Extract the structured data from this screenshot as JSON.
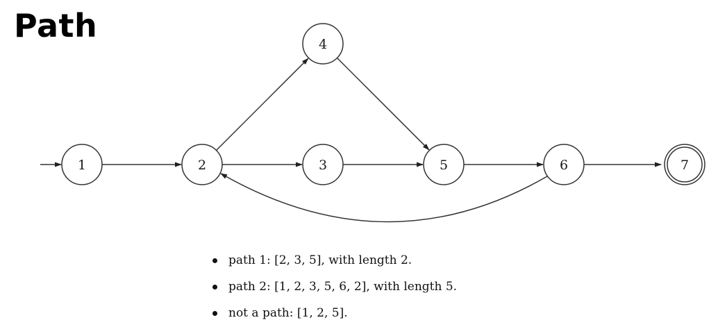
{
  "title": "Path",
  "graph": {
    "start_arrow": true,
    "nodes": [
      {
        "id": "1",
        "label": "1",
        "accepting": false
      },
      {
        "id": "2",
        "label": "2",
        "accepting": false
      },
      {
        "id": "3",
        "label": "3",
        "accepting": false
      },
      {
        "id": "4",
        "label": "4",
        "accepting": false
      },
      {
        "id": "5",
        "label": "5",
        "accepting": false
      },
      {
        "id": "6",
        "label": "6",
        "accepting": false
      },
      {
        "id": "7",
        "label": "7",
        "accepting": true
      }
    ],
    "edges": [
      {
        "from": "1",
        "to": "2"
      },
      {
        "from": "2",
        "to": "3"
      },
      {
        "from": "2",
        "to": "4"
      },
      {
        "from": "3",
        "to": "5"
      },
      {
        "from": "4",
        "to": "5"
      },
      {
        "from": "5",
        "to": "6"
      },
      {
        "from": "6",
        "to": "7"
      },
      {
        "from": "6",
        "to": "2",
        "curved": true
      }
    ],
    "stroke_color": "#333333"
  },
  "bullets": [
    "path 1: [2, 3, 5], with length 2.",
    "path 2: [1, 2, 3, 5, 6, 2], with length 5.",
    "not a path: [1, 2, 5]."
  ]
}
